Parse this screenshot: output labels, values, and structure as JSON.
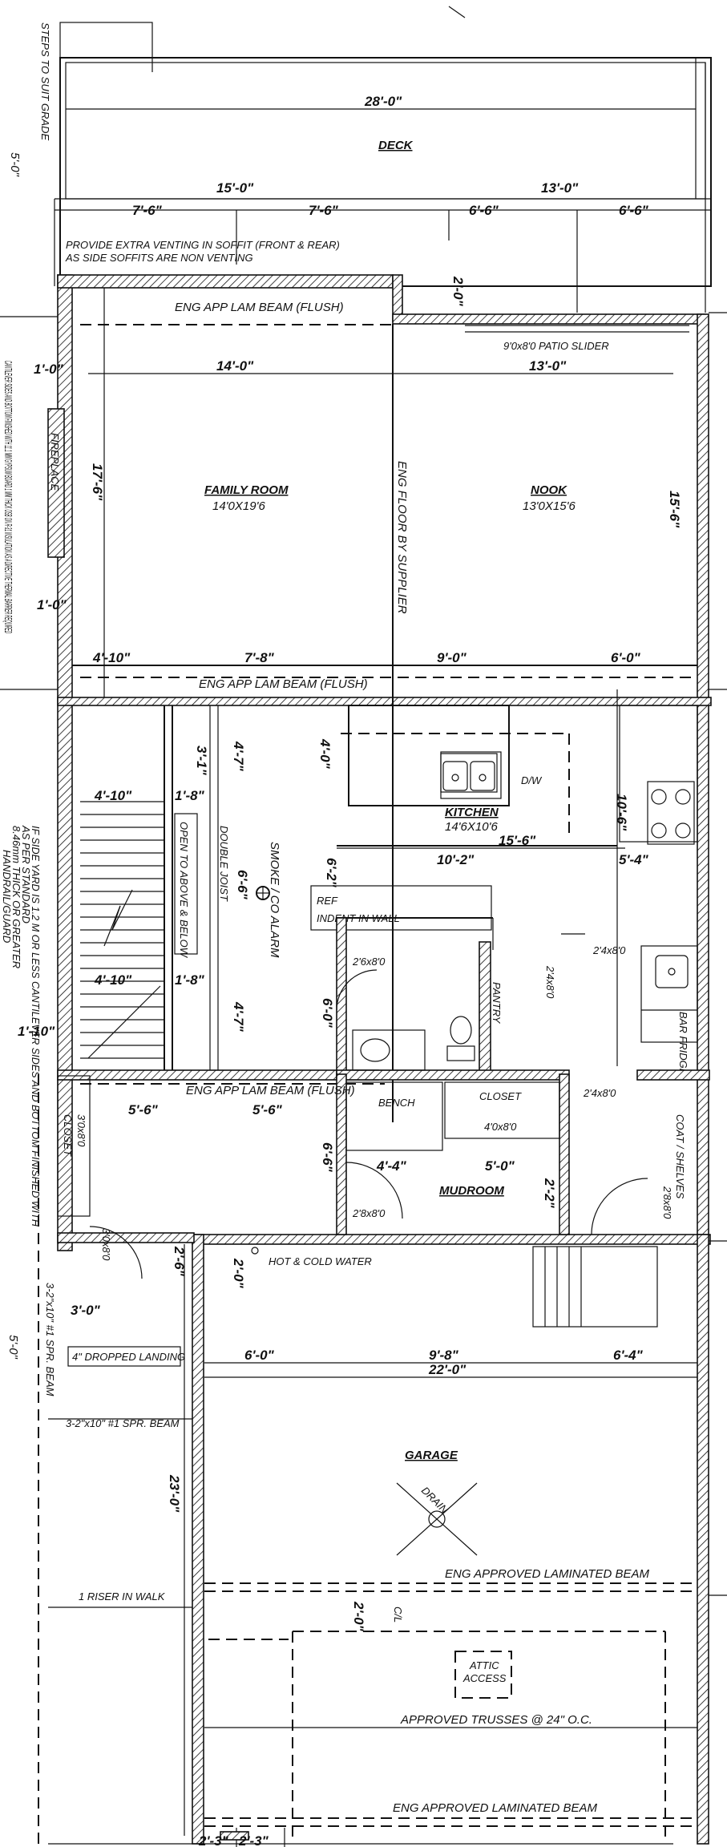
{
  "plan": {
    "steps_note": "STEPS TO SUIT GRADE",
    "left_dim_top": "5'-0\"",
    "left_dim_bottom": "5'-0\"",
    "deck_width": "28'-0\"",
    "deck_label": "DECK",
    "dim_15": "15'-0\"",
    "dim_13": "13'-0\"",
    "dim_7_6_a": "7'-6\"",
    "dim_7_6_b": "7'-6\"",
    "dim_6_6_a": "6'-6\"",
    "dim_6_6_b": "6'-6\"",
    "soffit_note_1": "PROVIDE EXTRA VENTING IN SOFFIT (FRONT & REAR)",
    "soffit_note_2": "AS SIDE SOFFITS ARE NON VENTING",
    "dim_2_0_top": "2'-0\"",
    "beam_flush_1": "ENG APP LAM BEAM (FLUSH)",
    "patio_slider": "9'0x8'0 PATIO SLIDER",
    "dim_14": "14'-0\"",
    "dim_13_b": "13'-0\"",
    "dim_1_0_a": "1'-0\"",
    "dim_1_0_b": "1'-0\"",
    "fireplace": "FIREPLACE",
    "dim_17_6": "17'-6\"",
    "dim_15_6": "15'-6\"",
    "family_room": "FAMILY ROOM",
    "family_room_size": "14'0X19'6",
    "nook": "NOOK",
    "nook_size": "13'0X15'6",
    "floor_supplier": "ENG FLOOR BY SUPPLIER",
    "cantilever_note": "CANTILEVER SIDES AND BOTTOM FINISHED WITH 11.1 MM GYPSUM BOARD 1 MM THICK OSB ON R-31 INSULATION AS A DIRECTIVE THERMAL BARRIER REQUIRED",
    "dim_4_10_a": "4'-10\"",
    "dim_7_8": "7'-8\"",
    "dim_9_0": "9'-0\"",
    "dim_6_0": "6'-0\"",
    "beam_flush_2": "ENG APP LAM BEAM (FLUSH)",
    "dim_4_7_a": "4'-7\"",
    "dim_3_1": "3'-1\"",
    "dim_4_0": "4'-0\"",
    "dim_4_10_b": "4'-10\"",
    "dim_1_8_a": "1'-8\"",
    "open_to_above": "OPEN TO ABOVE & BELOW",
    "double_joist": "DOUBLE JOIST",
    "dim_6_6_c": "6'-6\"",
    "smoke_alarm": "SMOKE / CO ALARM",
    "dim_6_2": "6'-2\"",
    "dw": "D/W",
    "kitchen": "KITCHEN",
    "kitchen_size": "14'6X10'6",
    "dim_10_6": "10'-6\"",
    "dim_15_6_b": "15'-6\"",
    "dim_10_2": "10'-2\"",
    "dim_5_4": "5'-4\"",
    "ref_1": "REF",
    "ref_2": "INDENT IN WALL",
    "stair_note_1": "HANDRAIL/GUARD",
    "stair_note_2": "8.46mm THICK OR GREATER",
    "stair_note_3": "AS PER STANDARD",
    "stair_note_4": "IF SIDE YARD IS 1.2 M OR LESS  CANTILEVER SIDES AND BOTTOM FINISHED WITH",
    "dim_2_6x8": "2'6x8'0",
    "dim_2_4x8_a": "2'4x8'0",
    "dim_2_4x8_b": "2'4x8'0",
    "dim_2_4x8_c": "2'4x8'0",
    "pantry": "PANTRY",
    "dim_4_10_c": "4'-10\"",
    "dim_1_8_b": "1'-8\"",
    "dim_6_0_b": "6'-0\"",
    "dim_4_7_b": "4'-7\"",
    "dim_1_10": "1'-10\"",
    "bar_fridge": "BAR FRIDGE",
    "beam_flush_3": "ENG APP LAM BEAM (FLUSH)",
    "dim_5_6_a": "5'-6\"",
    "dim_5_6_b": "5'-6\"",
    "bench": "BENCH",
    "closet_1": "CLOSET",
    "closet_2": "CLOSET",
    "closet_2_size": "3'0x8'0",
    "coat_shelves": "COAT / SHELVES",
    "dim_4_0x8": "4'0x8'0",
    "dim_6_6_d": "6'-6\"",
    "dim_4_4": "4'-4\"",
    "dim_5_0": "5'-0\"",
    "mudroom": "MUDROOM",
    "dim_2_8x8_a": "2'8x8'0",
    "dim_2_8x8_b": "2'8x8'0",
    "dim_2_2": "2'-2\"",
    "dim_3_0x8": "3'0x8'0",
    "dim_2_6": "2'-6\"",
    "dim_2_0_b": "2'-0\"",
    "hot_cold": "HOT & COLD WATER",
    "dim_3_0": "3'-0\"",
    "spr_beam_1": "3-2\"x10\" #1 SPR. BEAM",
    "dropped_landing": "4\" DROPPED LANDING",
    "dim_6_0_c": "6'-0\"",
    "dim_9_8": "9'-8\"",
    "dim_6_4": "6'-4\"",
    "dim_22": "22'-0\"",
    "spr_beam_2": "3-2\"x10\" #1 SPR. BEAM",
    "garage": "GARAGE",
    "drain": "DRAIN",
    "dim_23": "23'-0\"",
    "lam_beam_1": "ENG APPROVED LAMINATED BEAM",
    "riser": "1 RISER IN WALK",
    "dim_2_0_c": "2'-0\"",
    "cl": "C/L",
    "attic_1": "ATTIC",
    "attic_2": "ACCESS",
    "trusses": "APPROVED TRUSSES @ 24\" O.C.",
    "lam_beam_2": "ENG APPROVED LAMINATED BEAM",
    "dim_2_3_a": "2'-3\"",
    "dim_2_3_b": "2'-3\""
  }
}
